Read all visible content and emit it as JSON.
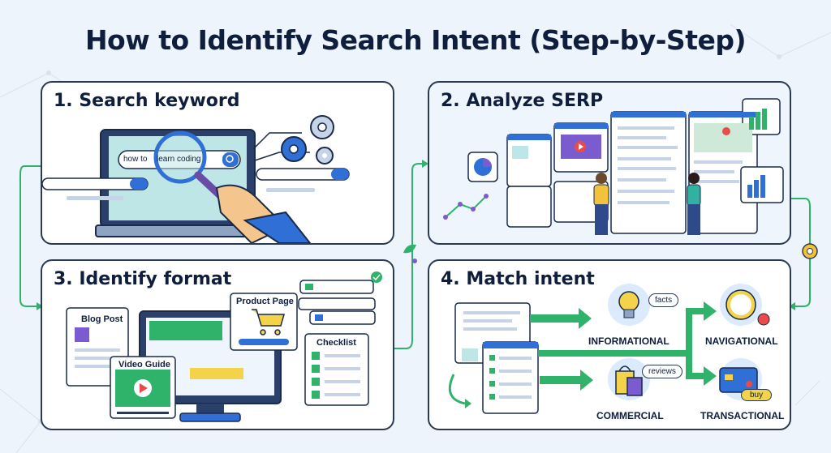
{
  "title": "How to Identify Search Intent (Step-by-Step)",
  "steps": [
    {
      "title": "1. Search keyword",
      "search_query_prefix": "how to",
      "search_query_highlight": "learn coding"
    },
    {
      "title": "2. Analyze SERP"
    },
    {
      "title": "3. Identify format",
      "formats": {
        "blog": "Blog Post",
        "video": "Video Guide",
        "product": "Product Page",
        "checklist": "Checklist"
      }
    },
    {
      "title": "4. Match intent",
      "intents": {
        "informational": "INFORMATIONAL",
        "navigational": "NAVIGATIONAL",
        "commercial": "COMMERCIAL",
        "transactional": "TRANSACTIONAL"
      },
      "bubbles": {
        "facts": "facts",
        "reviews": "reviews",
        "buy": "buy"
      }
    }
  ],
  "colors": {
    "accent_blue": "#2f6fd6",
    "accent_green": "#2fb36a",
    "dark": "#0f1e3d",
    "yellow": "#f2d34a",
    "purple": "#7a5bd0"
  }
}
